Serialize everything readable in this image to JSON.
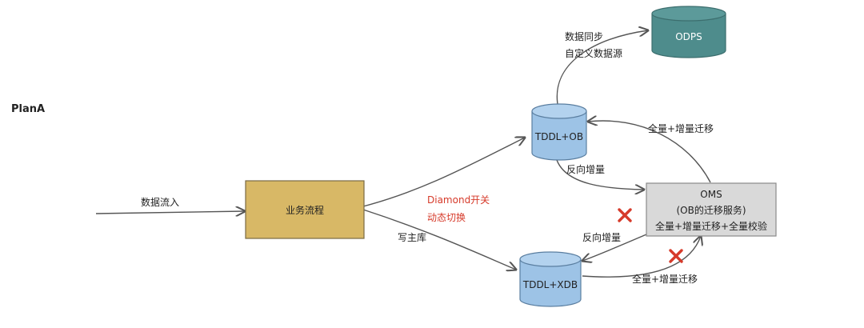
{
  "diagram": {
    "title": "PlanA",
    "nodes": {
      "business": {
        "label": "业务流程"
      },
      "odps": {
        "label": "ODPS"
      },
      "tddl_ob": {
        "label": "TDDL+OB"
      },
      "tddl_xdb": {
        "label": "TDDL+XDB"
      },
      "oms": {
        "line1": "OMS",
        "line2": "(OB的迁移服务)",
        "line3": "全量+增量迁移+全量校验"
      }
    },
    "edges": {
      "data_inflow": "数据流入",
      "sync_line1": "数据同步",
      "sync_line2": "自定义数据源",
      "diamond_line1": "Diamond开关",
      "diamond_line2": "动态切换",
      "write_master": "写主库",
      "reverse_incr_ob": "反向增量",
      "full_incr_to_ob": "全量+增量迁移",
      "reverse_incr_xdb": "反向增量",
      "full_incr_from_xdb": "全量+增量迁移"
    },
    "colors": {
      "business_fill": "#D8B866",
      "business_stroke": "#7a6a44",
      "odps_fill": "#4E8C8C",
      "db_fill": "#9DC3E6",
      "oms_fill": "#D9D9D9",
      "accent_red": "#D63A2A",
      "line": "#555555"
    }
  }
}
